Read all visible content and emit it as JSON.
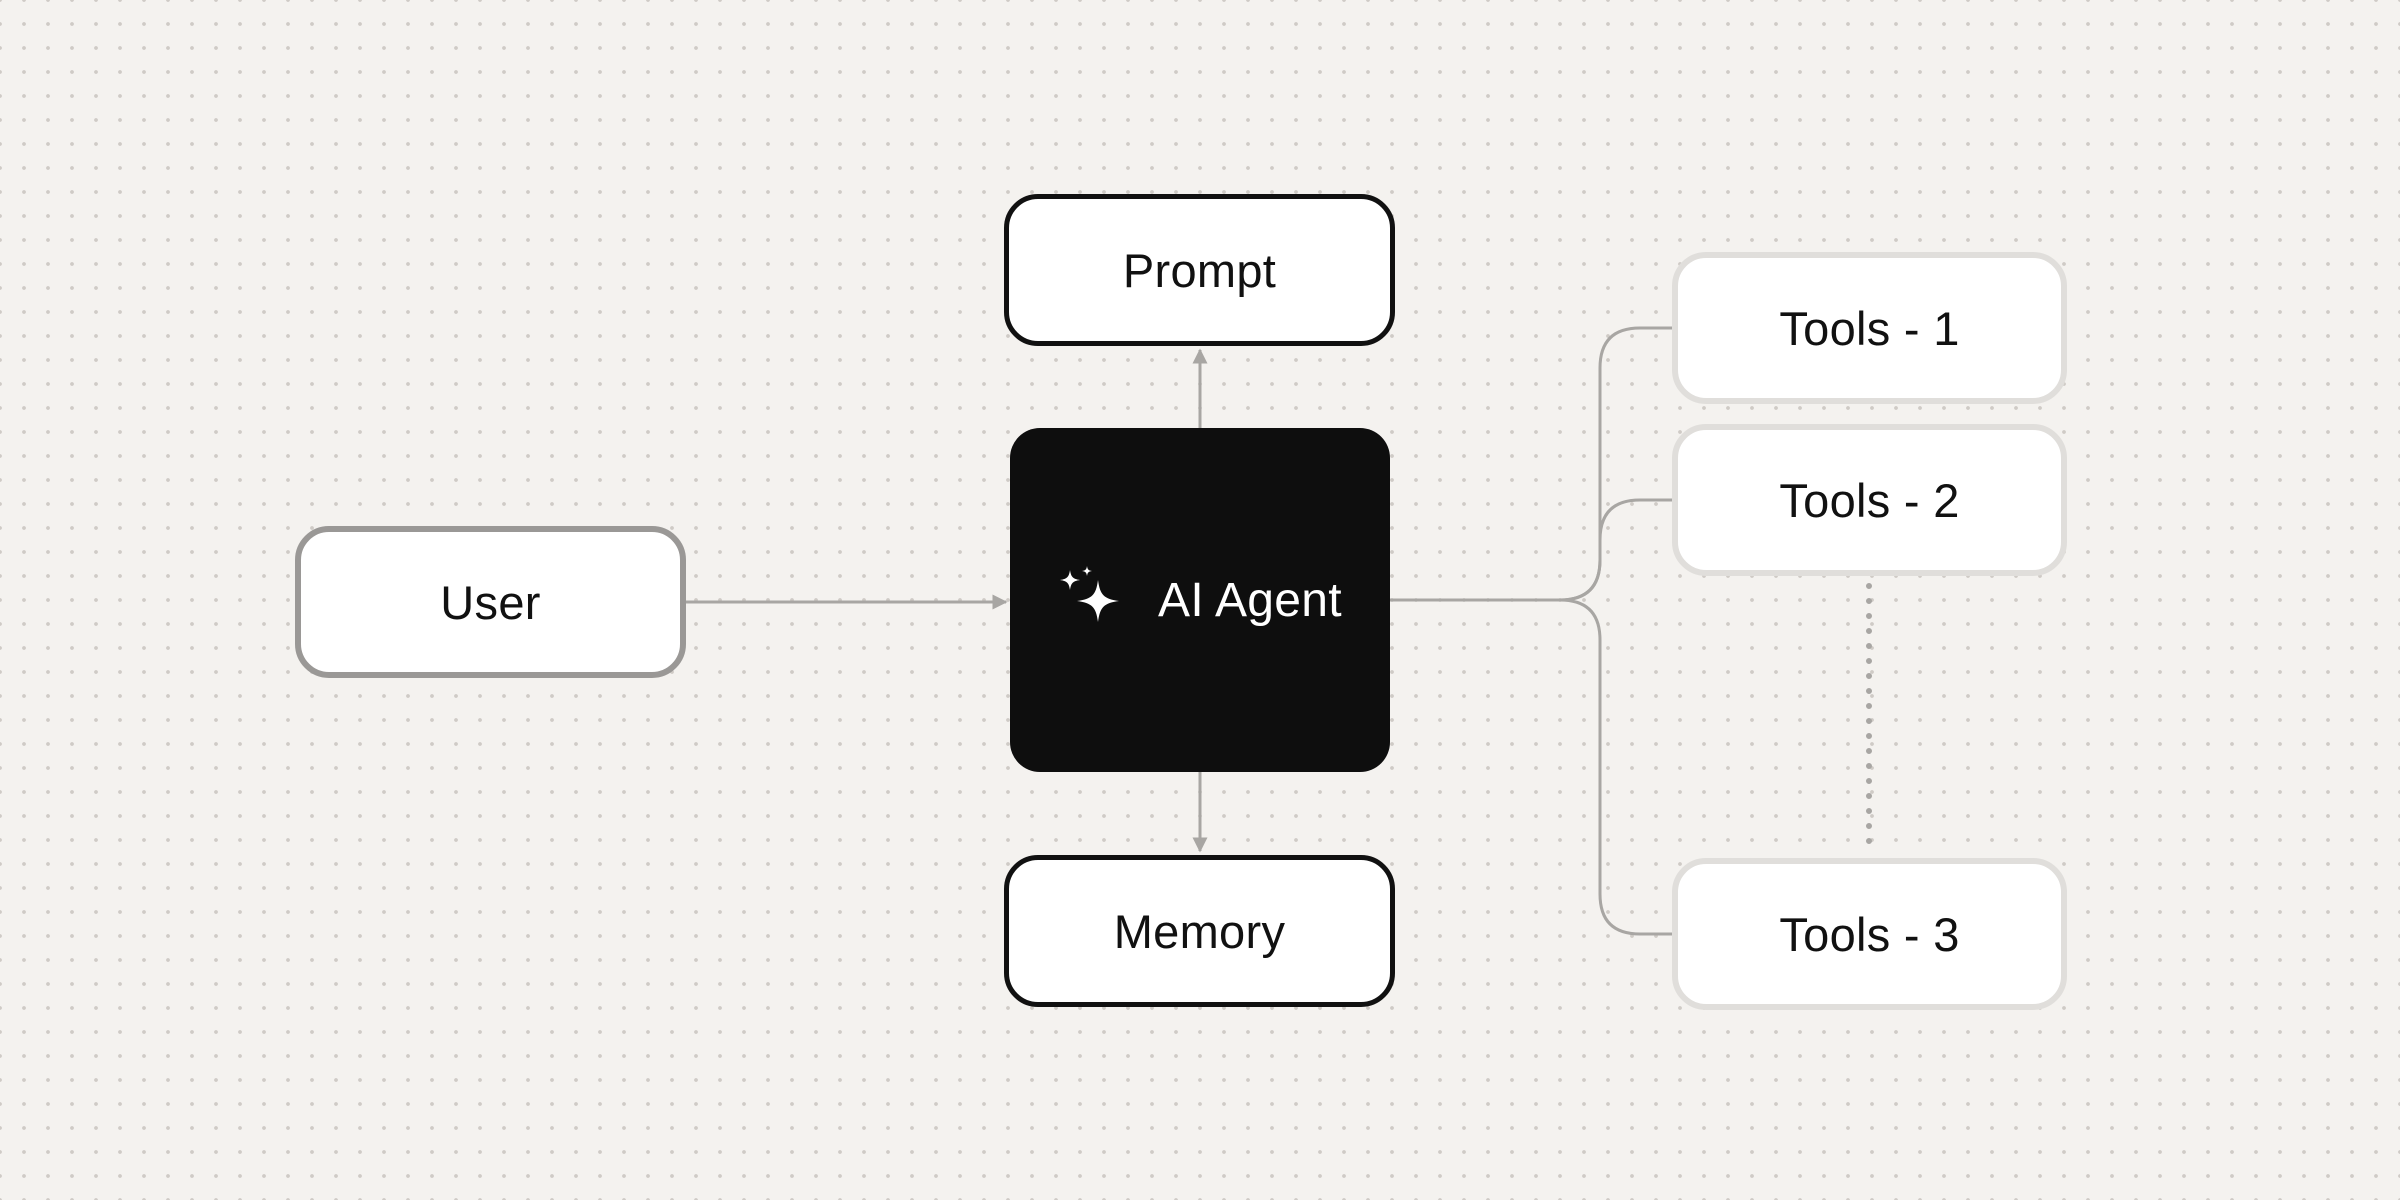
{
  "diagram": {
    "nodes": {
      "user": {
        "label": "User"
      },
      "prompt": {
        "label": "Prompt"
      },
      "agent": {
        "label": "AI Agent",
        "icon": "sparkles-icon"
      },
      "memory": {
        "label": "Memory"
      },
      "tools": [
        {
          "label": "Tools - 1"
        },
        {
          "label": "Tools - 2"
        },
        {
          "label": "Tools - 3"
        }
      ]
    },
    "edges": [
      {
        "from": "user",
        "to": "agent",
        "style": "arrow"
      },
      {
        "from": "agent",
        "to": "prompt",
        "style": "arrow"
      },
      {
        "from": "agent",
        "to": "memory",
        "style": "arrow"
      },
      {
        "from": "agent",
        "to": "tools-1",
        "style": "branch"
      },
      {
        "from": "agent",
        "to": "tools-2",
        "style": "branch"
      },
      {
        "from": "agent",
        "to": "tools-3",
        "style": "branch"
      },
      {
        "from": "tools-2",
        "to": "tools-3",
        "style": "dotted"
      }
    ],
    "colors": {
      "background": "#f4f2ef",
      "agent_fill": "#0e0e0e",
      "agent_text": "#ffffff",
      "node_fill": "#ffffff",
      "connector": "#a8a6a3",
      "user_border": "#9a9896",
      "main_border": "#111111",
      "tool_border": "#e0dedb"
    }
  }
}
